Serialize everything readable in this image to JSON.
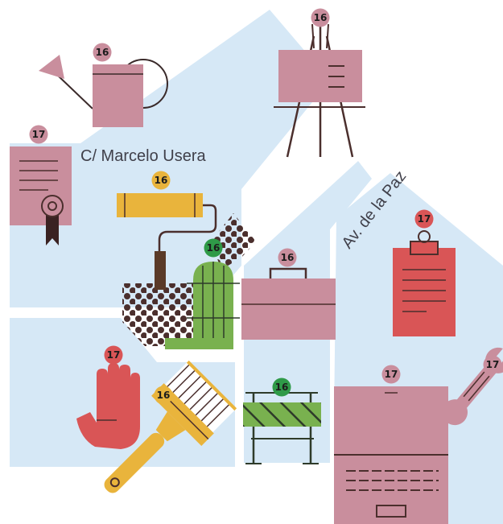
{
  "map": {
    "streets": [
      {
        "id": "marcelo-usera",
        "label": "C/ Marcelo Usera"
      },
      {
        "id": "av-de-la-paz",
        "label": "Av. de la Paz"
      }
    ],
    "colors": {
      "block": "#d6e8f6",
      "street": "#ffffff",
      "pink": "#c98e9d",
      "red": "#d95556",
      "yellow": "#e9b43c",
      "green": "#79b14f",
      "dark": "#4b2f2d",
      "badge_pink": "#c98e9d",
      "badge_red": "#d95556",
      "badge_yellow": "#e9b43c",
      "badge_green": "#2f9a48"
    },
    "markers": [
      {
        "id": "watering-can",
        "icon": "watering-can-icon",
        "badge": "16",
        "badge_color": "pink"
      },
      {
        "id": "easel",
        "icon": "easel-icon",
        "badge": "16",
        "badge_color": "pink"
      },
      {
        "id": "certificate",
        "icon": "certificate-icon",
        "badge": "17",
        "badge_color": "pink"
      },
      {
        "id": "paint-roller",
        "icon": "paint-roller-icon",
        "badge": "16",
        "badge_color": "yellow"
      },
      {
        "id": "garden-gate",
        "icon": "garden-gate-icon",
        "badge": "16",
        "badge_color": "green"
      },
      {
        "id": "briefcase",
        "icon": "briefcase-icon",
        "badge": "16",
        "badge_color": "pink"
      },
      {
        "id": "clipboard",
        "icon": "clipboard-icon",
        "badge": "17",
        "badge_color": "red"
      },
      {
        "id": "hand",
        "icon": "hand-icon",
        "badge": "17",
        "badge_color": "red"
      },
      {
        "id": "paint-brush",
        "icon": "paint-brush-icon",
        "badge": "16",
        "badge_color": "yellow"
      },
      {
        "id": "road-barrier",
        "icon": "road-barrier-icon",
        "badge": "16",
        "badge_color": "green"
      },
      {
        "id": "laptop",
        "icon": "laptop-icon",
        "badge": "17",
        "badge_color": "pink"
      },
      {
        "id": "wrench",
        "icon": "wrench-icon",
        "badge": "17",
        "badge_color": "pink"
      }
    ]
  }
}
